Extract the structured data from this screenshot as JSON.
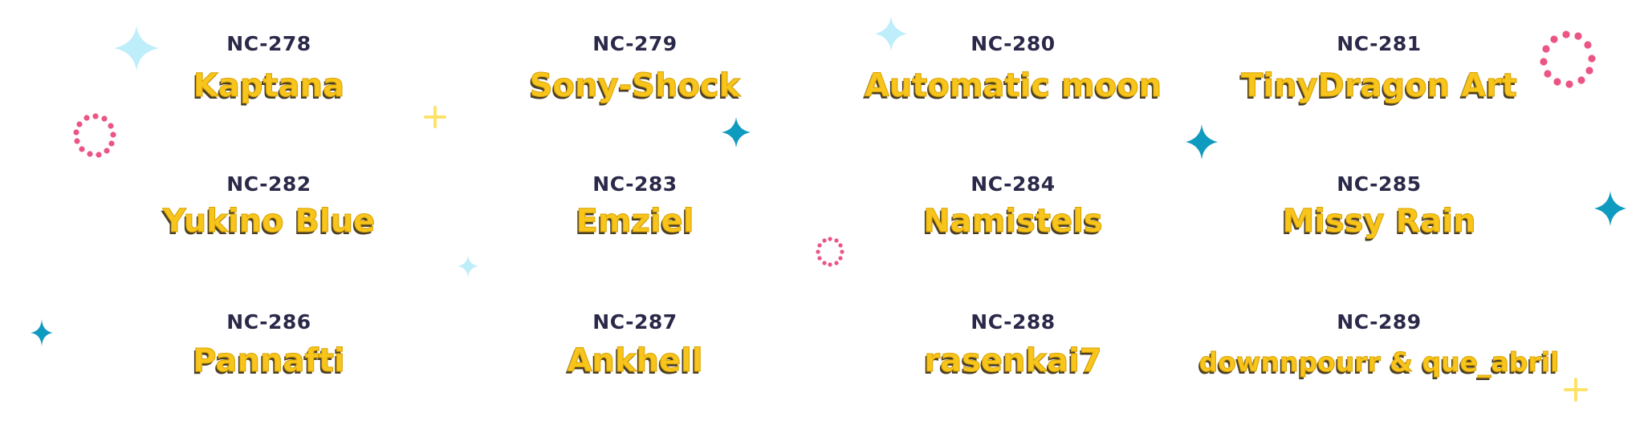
{
  "colors": {
    "code": "#2b2949",
    "name": "#f8c51c",
    "name_shadow": "#4a3f26",
    "sparkle_teal": "#0f9abf",
    "sparkle_light": "#bdeefa",
    "sparkle_yellow": "#fde36a",
    "dots_pink": "#ea5584"
  },
  "entries": [
    {
      "code": "NC-278",
      "name": "Kaptana"
    },
    {
      "code": "NC-279",
      "name": "Sony-Shock"
    },
    {
      "code": "NC-280",
      "name": "Automatic moon"
    },
    {
      "code": "NC-281",
      "name": "TinyDragon Art"
    },
    {
      "code": "NC-282",
      "name": "Yukino Blue"
    },
    {
      "code": "NC-283",
      "name": "Emziel"
    },
    {
      "code": "NC-284",
      "name": "Namistels"
    },
    {
      "code": "NC-285",
      "name": "Missy Rain"
    },
    {
      "code": "NC-286",
      "name": "Pannafti"
    },
    {
      "code": "NC-287",
      "name": "Ankhell"
    },
    {
      "code": "NC-288",
      "name": "rasenkai7"
    },
    {
      "code": "NC-289",
      "name": "downnpourr & que_abril"
    }
  ],
  "decorations": [
    "sparkle-icon",
    "dotted-circle-icon",
    "plus-sparkle-icon"
  ]
}
